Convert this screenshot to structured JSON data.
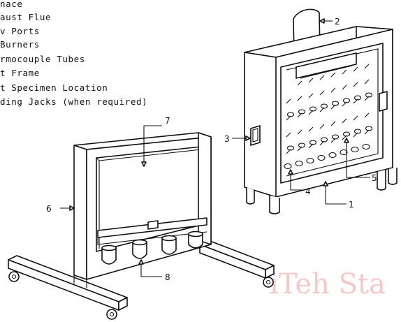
{
  "legend": [
    "nace",
    "aust Flue",
    "v Ports",
    " Burners",
    "rmocouple Tubes",
    "t Frame",
    "t Specimen Location",
    "ding Jacks (when required)"
  ],
  "callouts": {
    "furnace": "1",
    "flue": "2",
    "view_port": "3",
    "burners": "4",
    "thermocouples": "5",
    "frame": "6",
    "specimen": "7",
    "jacks": "8"
  },
  "watermark": "iTeh Sta"
}
